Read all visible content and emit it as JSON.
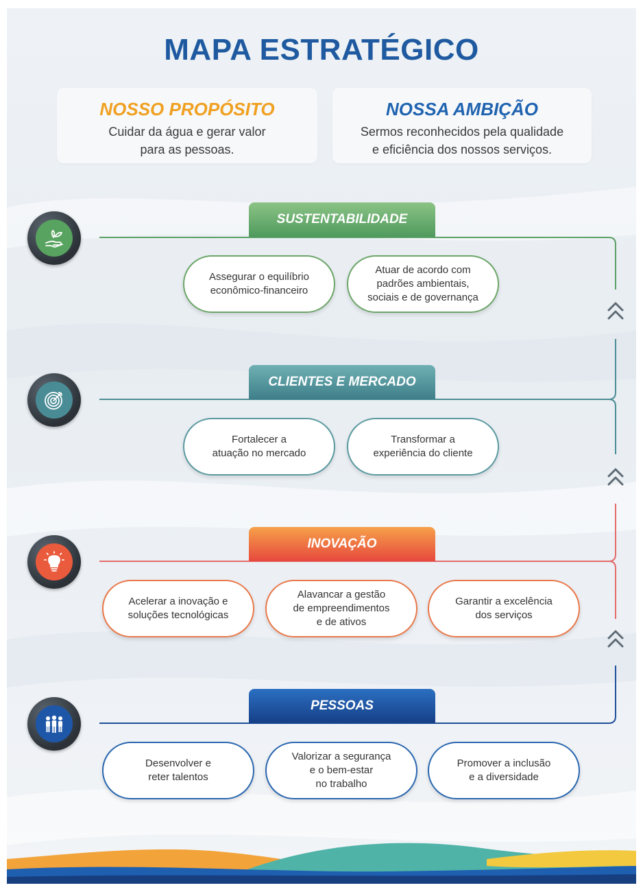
{
  "title": "MAPA ESTRATÉGICO",
  "purpose": {
    "heading": "NOSSO PROPÓSITO",
    "text": "Cuidar da água e gerar valor\npara as pessoas."
  },
  "ambition": {
    "heading": "NOSSA AMBIÇÃO",
    "text": "Sermos reconhecidos pela qualidade\ne eficiência dos nossos serviços."
  },
  "colors": {
    "title": "#1f5aa0",
    "sustentabilidade": "#5aa065",
    "clientes": "#4a8c95",
    "inovacao": "#e8583f",
    "pessoas": "#1e4f9a",
    "purpose_heading": "#f0a020",
    "ambition_heading": "#1f63b0"
  },
  "perspectives": [
    {
      "label": "SUSTENTABILIDADE",
      "icon": "hand-with-leaves-icon",
      "objectives": [
        "Assegurar o equilíbrio\neconômico-financeiro",
        "Atuar de acordo com\npadrões ambientais,\nsociais e de governança"
      ]
    },
    {
      "label": "CLIENTES E MERCADO",
      "icon": "target-icon",
      "objectives": [
        "Fortalecer a\natuação no mercado",
        "Transformar a\nexperiência do cliente"
      ]
    },
    {
      "label": "INOVAÇÃO",
      "icon": "lightbulb-icon",
      "objectives": [
        "Acelerar a inovação e\nsoluções tecnológicas",
        "Alavancar a gestão\nde empreendimentos\ne de ativos",
        "Garantir a excelência\ndos serviços"
      ]
    },
    {
      "label": "PESSOAS",
      "icon": "people-group-icon",
      "objectives": [
        "Desenvolver e\nreter talentos",
        "Valorizar a segurança\ne o bem-estar\nno trabalho",
        "Promover a inclusão\ne a diversidade"
      ]
    }
  ],
  "flow_arrows": [
    "double-chevron-up-icon",
    "double-chevron-up-icon",
    "double-chevron-up-icon"
  ]
}
